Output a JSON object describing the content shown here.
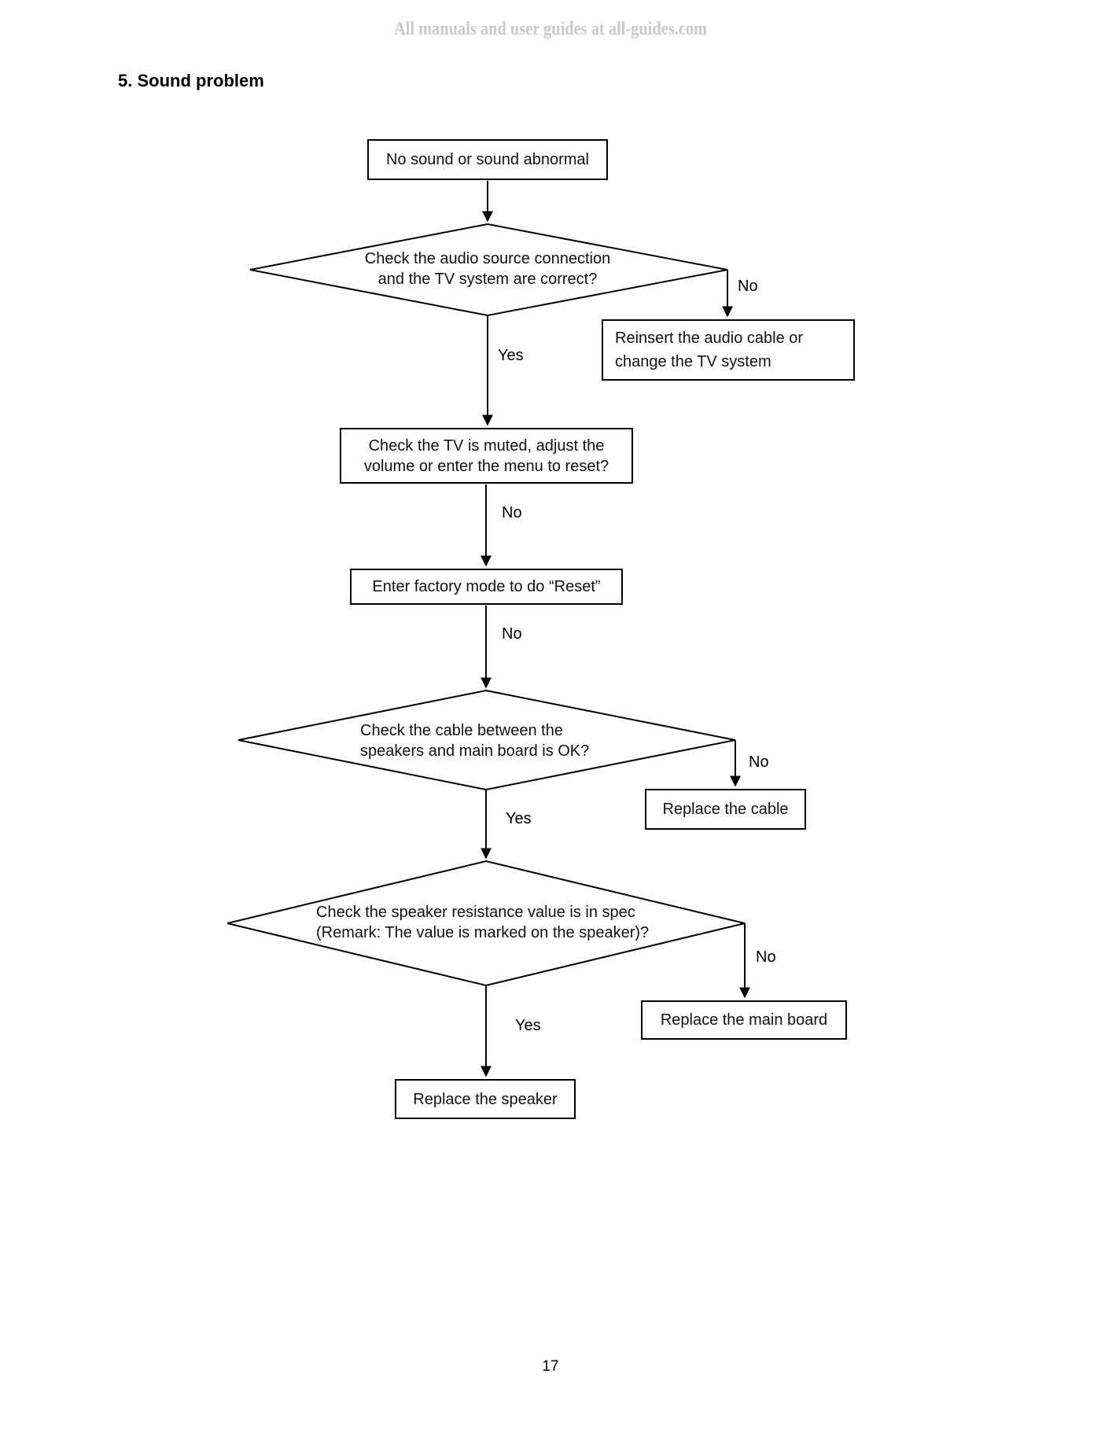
{
  "page": {
    "watermark": "All manuals and user guides at all-guides.com",
    "title": "5. Sound problem",
    "page_number": "17"
  },
  "labels": {
    "yes": "Yes",
    "no": "No"
  },
  "flowchart": {
    "start": "No sound or sound abnormal",
    "decision_audio_source": {
      "line1": "Check the audio source connection",
      "line2": "and the TV system are correct?"
    },
    "action_reinsert": {
      "line1": "Reinsert the audio cable or",
      "line2": "change the TV system"
    },
    "process_muted": {
      "line1": "Check the TV is muted, adjust the",
      "line2": "volume or enter the menu to reset?"
    },
    "process_factory_reset": "Enter factory mode to do “Reset”",
    "decision_cable": {
      "line1": "Check the cable between the",
      "line2": "speakers and main board is OK?"
    },
    "action_replace_cable": "Replace the cable",
    "decision_resistance": {
      "line1": "Check the speaker resistance value is in spec",
      "line2": "(Remark: The value is marked on the speaker)?"
    },
    "action_replace_main_board": "Replace the main board",
    "action_replace_speaker": "Replace the speaker"
  }
}
